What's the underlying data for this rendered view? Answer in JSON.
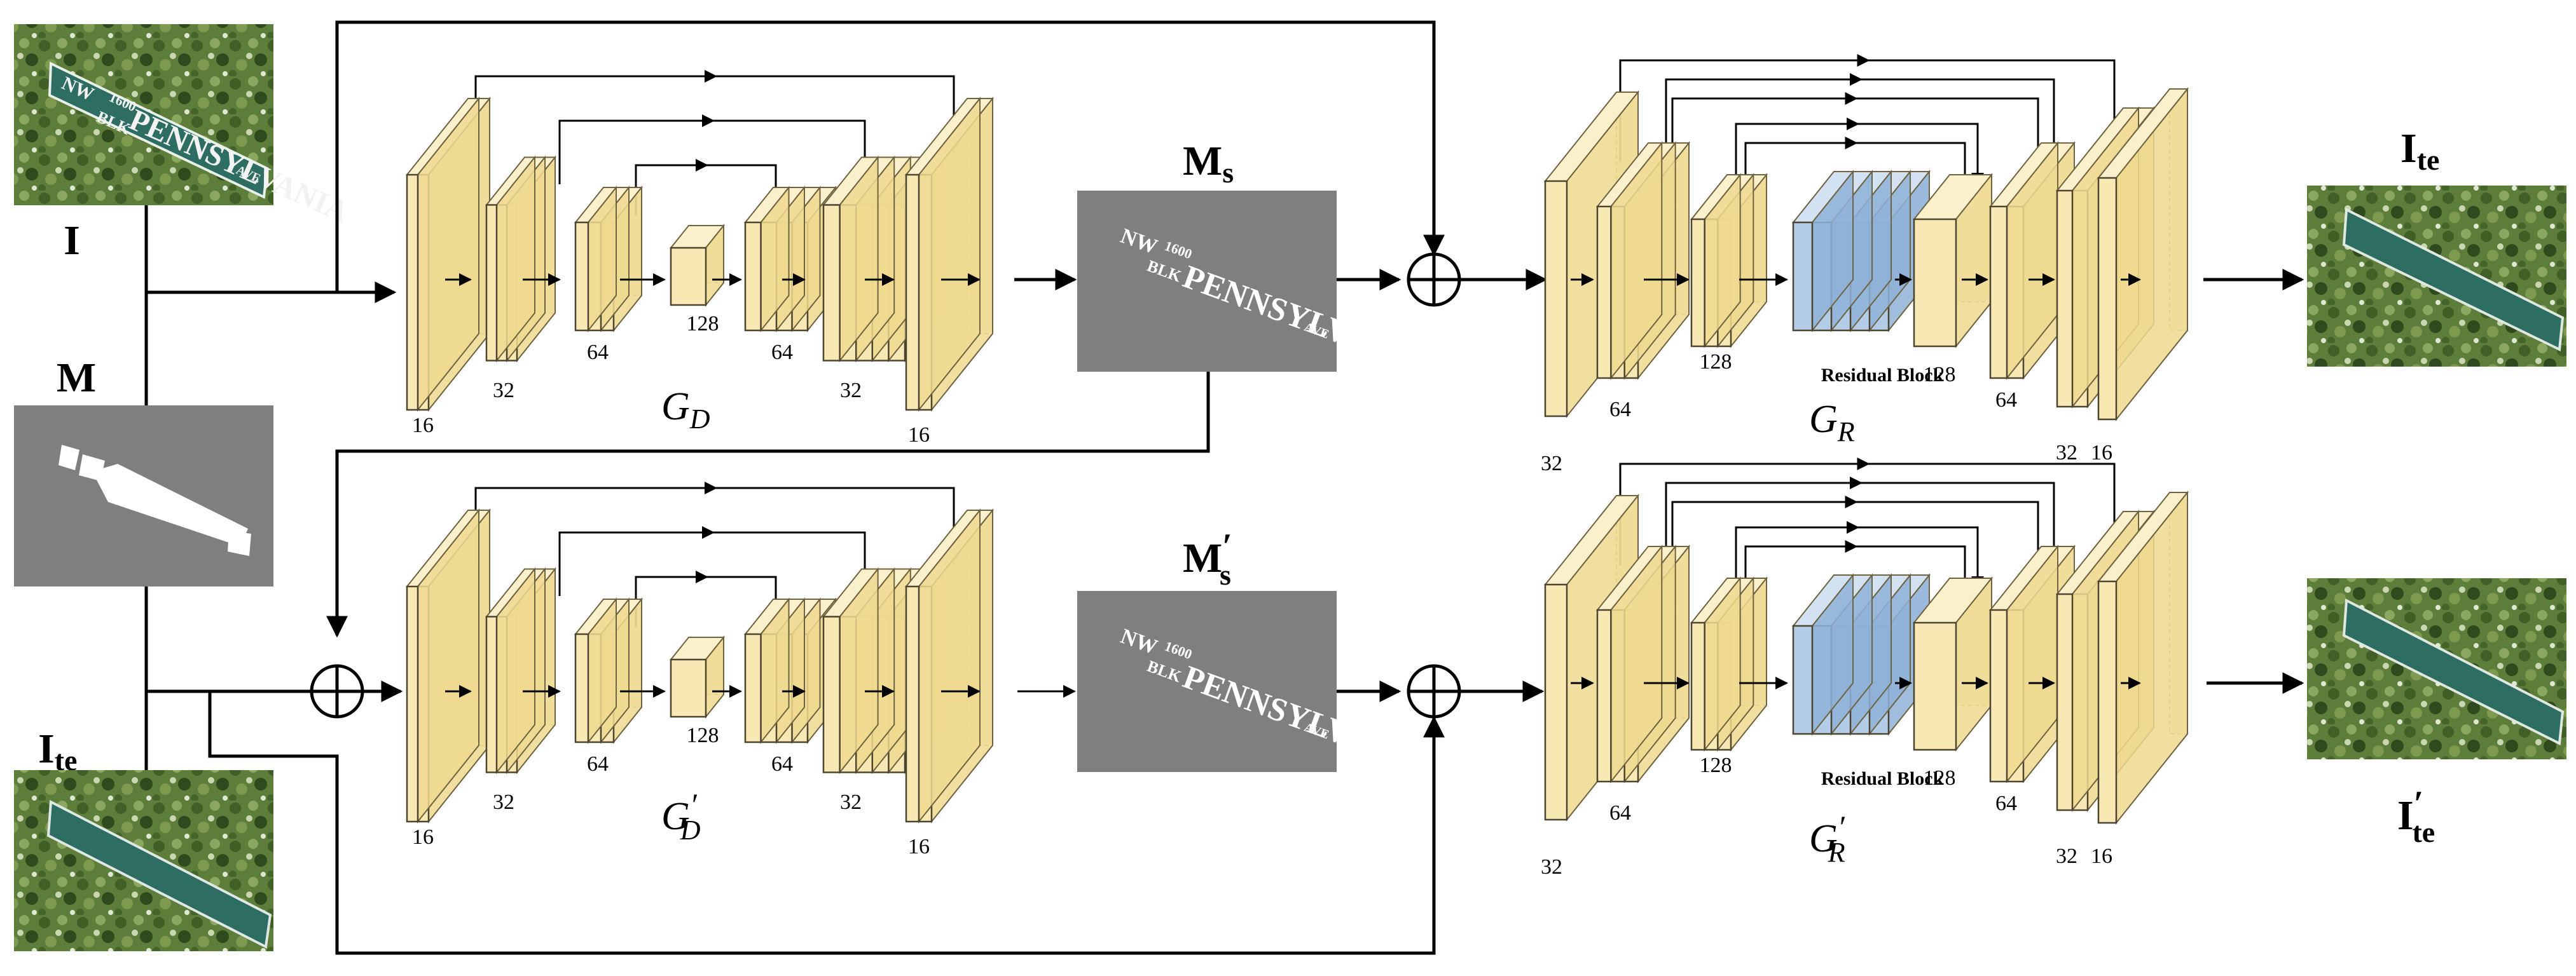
{
  "labels": {
    "input_image": "I",
    "mask": "M",
    "target_image": "I",
    "target_image_sub": "te",
    "output_top": "I",
    "output_top_sub": "te",
    "output_bottom": "I",
    "output_bottom_prime": "′",
    "output_bottom_sub": "te",
    "ms_top": "M",
    "ms_top_sub": "s",
    "ms_bottom": "M",
    "ms_bottom_prime": "′",
    "ms_bottom_sub": "s"
  },
  "networks": {
    "gd": {
      "main": "G",
      "sub": "D"
    },
    "gd_prime": {
      "main": "G",
      "prime": "′",
      "sub": "D"
    },
    "gr": {
      "main": "G",
      "sub": "R"
    },
    "gr_prime": {
      "main": "G",
      "prime": "′",
      "sub": "R"
    }
  },
  "mask_text": {
    "line1_a": "NW",
    "line1_b": "1600",
    "line2_a": "BLK",
    "line2_b": "PENNSYLVANIA",
    "line2_c": "AVE"
  },
  "sign_text": {
    "line1_a": "NW",
    "line1_b": "1600",
    "line2_a": "BLK",
    "line2_b": "PENNSYLVANIA",
    "line2_c": "AVE"
  },
  "channels": {
    "gd_top": [
      "16",
      "32",
      "64",
      "128",
      "64",
      "32",
      "16"
    ],
    "gd_bottom": [
      "16",
      "32",
      "64",
      "128",
      "64",
      "32",
      "16"
    ],
    "gr_top": [
      "32",
      "64",
      "128",
      "128",
      "64",
      "32",
      "16"
    ],
    "gr_bottom": [
      "32",
      "64",
      "128",
      "128",
      "64",
      "32",
      "16"
    ]
  },
  "residual_block_top": "Residual Block",
  "residual_block_bottom": "Residual Block",
  "colors": {
    "conv_face": "#f8e8b4",
    "conv_side": "#efd98f",
    "conv_top": "#fbf0cc",
    "residual_face": "#b3cde8",
    "residual_side": "#8fb1d8",
    "residual_top": "#d2e2f2",
    "mask_bg": "#7f7f7f",
    "foliage": "#4d6e2f",
    "sign": "#2e6d62"
  },
  "icons": {
    "add_operator": "circled-plus-icon"
  }
}
